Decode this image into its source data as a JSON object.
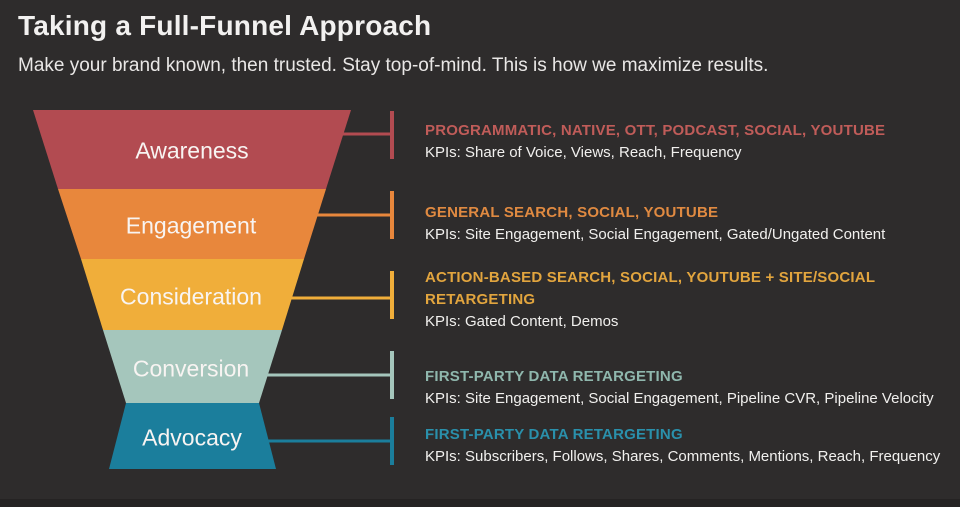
{
  "header": {
    "title": "Taking a Full-Funnel Approach",
    "subtitle": "Make your brand known, then trusted. Stay top-of-mind.  This is how we maximize results."
  },
  "colors": {
    "background": "#2e2c2c",
    "bottom_strip": "#252323",
    "title_text": "#f2f1f0",
    "subtitle_text": "#e9e7e6",
    "kpi_text": "#f1f0ee",
    "stage_label_text": "#f8f4f2"
  },
  "chart_data": {
    "type": "funnel",
    "title": "Taking a Full-Funnel Approach",
    "stages": [
      "Awareness",
      "Engagement",
      "Consideration",
      "Conversion",
      "Advocacy"
    ],
    "layout_hint": "Funnel narrows from Awareness down to Conversion, then flares wider again for Advocacy; colored connector lines with end ticks point to channel/KPI annotations on the right"
  },
  "funnel": {
    "stages": [
      {
        "label": "Awareness",
        "color": "#b24b51",
        "text_color": "#c05c59",
        "channels": "PROGRAMMATIC, NATIVE, OTT, PODCAST, SOCIAL, YOUTUBE",
        "kpis": "KPIs: Share of Voice, Views, Reach, Frequency"
      },
      {
        "label": "Engagement",
        "color": "#e8873c",
        "text_color": "#e08a41",
        "channels": "GENERAL SEARCH, SOCIAL, YOUTUBE",
        "kpis": "KPIs: Site Engagement, Social Engagement, Gated/Ungated Content"
      },
      {
        "label": "Consideration",
        "color": "#f0ae3a",
        "text_color": "#e2a53e",
        "channels": "ACTION-BASED SEARCH, SOCIAL, YOUTUBE + SITE/SOCIAL RETARGETING",
        "kpis": "KPIs: Gated Content, Demos"
      },
      {
        "label": "Conversion",
        "color": "#a5c6bc",
        "text_color": "#8fb7ad",
        "channels": "FIRST-PARTY DATA RETARGETING",
        "kpis": "KPIs: Site Engagement, Social Engagement, Pipeline CVR, Pipeline Velocity"
      },
      {
        "label": "Advocacy",
        "color": "#1b7e9c",
        "text_color": "#2a90ab",
        "channels": "FIRST-PARTY DATA RETARGETING",
        "kpis": "KPIs: Subscribers, Follows, Shares, Comments, Mentions, Reach, Frequency"
      }
    ]
  }
}
